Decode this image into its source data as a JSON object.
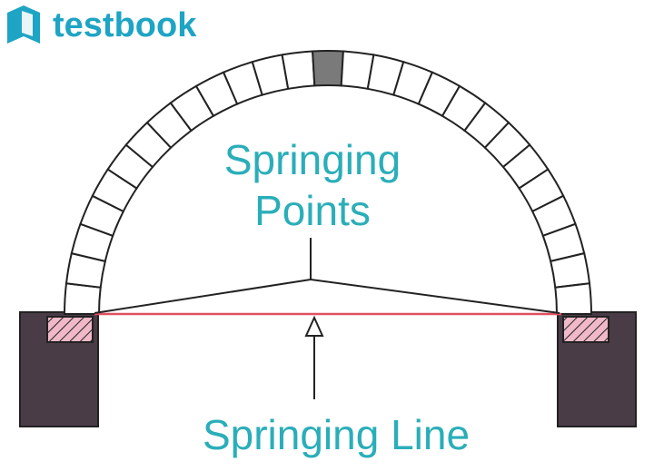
{
  "brand": {
    "name": "testbook"
  },
  "labels": {
    "springing_points": [
      "Springing",
      "Points"
    ],
    "springing_line": "Springing Line"
  },
  "colors": {
    "brand": "#1ea4c4",
    "label": "#2aaeb9",
    "pier": "#4a3c46",
    "keystone": "#7a7a7a",
    "springing_line": "#e05060",
    "skewback": "#f0b8c8"
  }
}
